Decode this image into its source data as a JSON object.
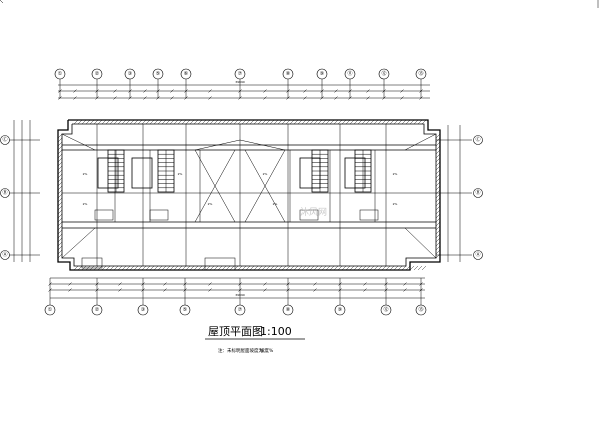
{
  "drawing": {
    "title": "屋顶平面图",
    "scale": "1:100",
    "note": "注：未标明屋面坡度为：",
    "note_value": "坡度%",
    "axes_columns": [
      "①",
      "②",
      "③",
      "⑤",
      "⑥",
      "⑦",
      "⑧",
      "⑨",
      "⑪",
      "⑫",
      "⑬"
    ],
    "axes_columns_bottom": [
      "①",
      "②",
      "③",
      "⑤",
      "⑦",
      "⑧",
      "⑨",
      "⑫",
      "⑬"
    ],
    "axes_rows": [
      "Ⓒ",
      "Ⓑ",
      "Ⓐ"
    ],
    "total_dim": "39890",
    "room_labels": [
      "2%",
      "2%",
      "2%",
      "2%",
      "2%",
      "2%",
      "2%",
      "2%"
    ],
    "watermark": "沐风网"
  }
}
